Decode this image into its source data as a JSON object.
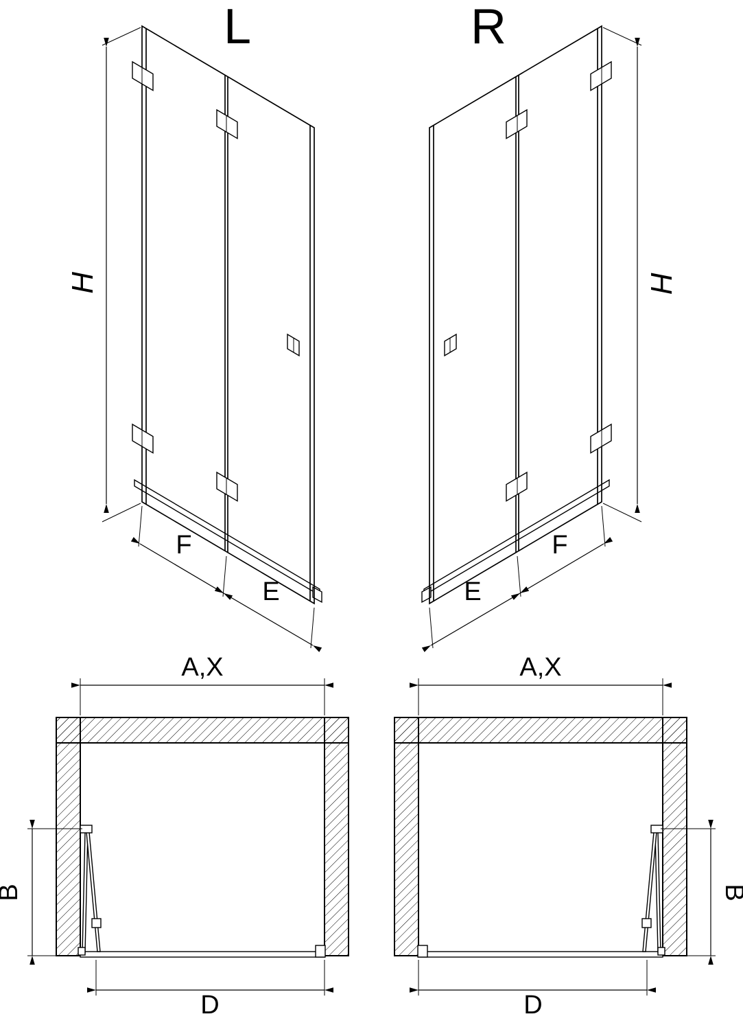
{
  "colors": {
    "line": "#000000",
    "background": "#ffffff"
  },
  "elevations": {
    "left": {
      "label": "L",
      "height_dim": "H",
      "panel_dim": "F",
      "edge_dim": "E"
    },
    "right": {
      "label": "R",
      "height_dim": "H",
      "panel_dim": "F",
      "edge_dim": "E"
    }
  },
  "plans": {
    "left": {
      "width_dim": "A,X",
      "depth_dim": "B",
      "opening_dim": "D"
    },
    "right": {
      "width_dim": "A,X",
      "depth_dim": "B",
      "opening_dim": "D"
    }
  }
}
